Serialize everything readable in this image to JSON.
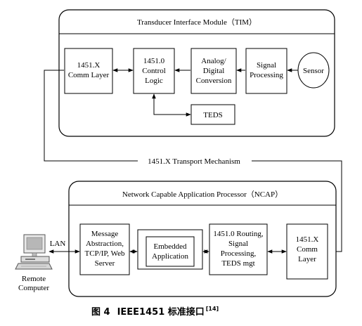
{
  "tim": {
    "title": "Transducer Interface Module（TIM）",
    "comm_layer": [
      "1451.X",
      "Comm Layer"
    ],
    "control_logic": [
      "1451.0",
      "Control",
      "Logic"
    ],
    "conversion": [
      "Analog/",
      "Digital",
      "Conversion"
    ],
    "signal_processing": [
      "Signal",
      "Processing"
    ],
    "sensor": "Sensor",
    "teds": "TEDS"
  },
  "transport": "1451.X Transport Mechanism",
  "ncap": {
    "title": "Network Capable Application Processor（NCAP）",
    "message": [
      "Message",
      "Abstraction,",
      "TCP/IP, Web",
      "Server"
    ],
    "embedded": [
      "Embedded",
      "Application"
    ],
    "routing": [
      "1451.0 Routing,",
      "Signal",
      "Processing,",
      "TEDS mgt"
    ],
    "comm_layer": [
      "1451.X",
      "Comm",
      "Layer"
    ]
  },
  "lan": "LAN",
  "remote": [
    "Remote",
    "Computer"
  ],
  "caption": {
    "prefix": "图 4",
    "title": "IEEE1451 标准接口",
    "ref": "[14]"
  }
}
